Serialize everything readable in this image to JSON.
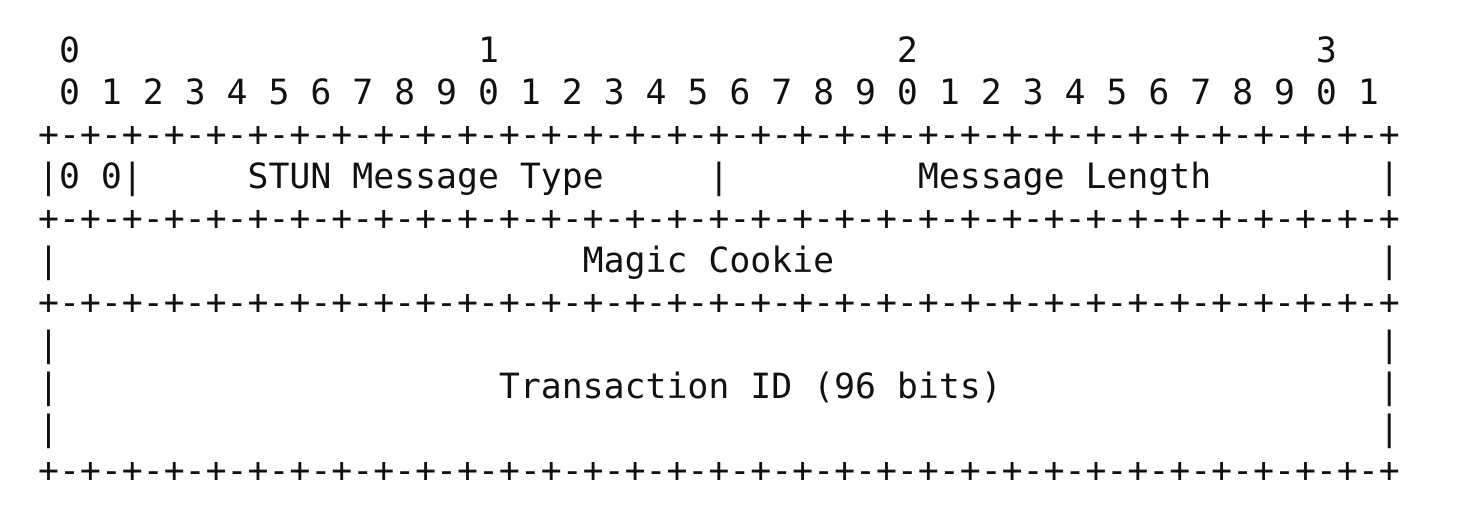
{
  "header": {
    "tens_row": " 0                   1                   2                   3",
    "units_row": " 0 1 2 3 4 5 6 7 8 9 0 1 2 3 4 5 6 7 8 9 0 1 2 3 4 5 6 7 8 9 0 1"
  },
  "rows": {
    "border_1": "+-+-+-+-+-+-+-+-+-+-+-+-+-+-+-+-+-+-+-+-+-+-+-+-+-+-+-+-+-+-+-+-+",
    "type_length": "|0 0|     STUN Message Type     |         Message Length        |",
    "border_2": "+-+-+-+-+-+-+-+-+-+-+-+-+-+-+-+-+-+-+-+-+-+-+-+-+-+-+-+-+-+-+-+-+",
    "magic_cookie": "|                         Magic Cookie                          |",
    "border_3": "+-+-+-+-+-+-+-+-+-+-+-+-+-+-+-+-+-+-+-+-+-+-+-+-+-+-+-+-+-+-+-+-+",
    "transaction_pad_top": "|                                                               |",
    "transaction_id": "|                     Transaction ID (96 bits)                  |",
    "transaction_pad_bottom": "|                                                               |",
    "border_4": "+-+-+-+-+-+-+-+-+-+-+-+-+-+-+-+-+-+-+-+-+-+-+-+-+-+-+-+-+-+-+-+-+"
  }
}
